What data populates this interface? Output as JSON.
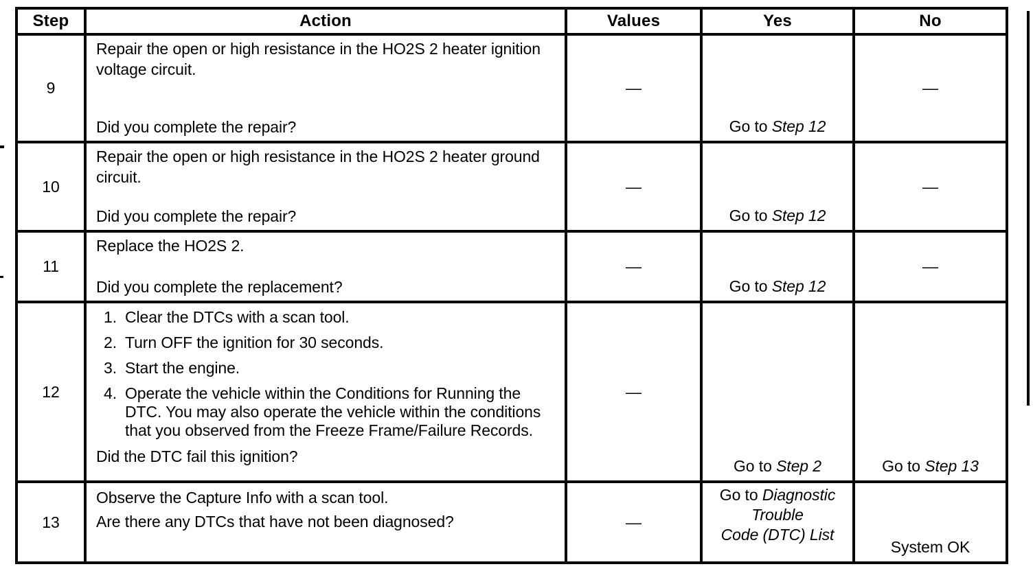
{
  "doc": {
    "type": "diagnostic-table-scan",
    "ink_color": "#000000",
    "paper_color": "#ffffff"
  },
  "table": {
    "headers": {
      "step": "Step",
      "action": "Action",
      "values": "Values",
      "yes": "Yes",
      "no": "No"
    },
    "rows": [
      {
        "step": "9",
        "action_main": "Repair the open or high resistance in the HO2S 2 heater ignition voltage circuit.",
        "action_question": "Did you complete the repair?",
        "values": "—",
        "yes_prefix": "Go to ",
        "yes_target": "Step 12",
        "no": "—"
      },
      {
        "step": "10",
        "action_main": "Repair the open or high resistance in the HO2S 2 heater ground circuit.",
        "action_question": "Did you complete the repair?",
        "values": "—",
        "yes_prefix": "Go to ",
        "yes_target": "Step 12",
        "no": "—"
      },
      {
        "step": "11",
        "action_main": "Replace the HO2S 2.",
        "action_question": "Did you complete the replacement?",
        "values": "—",
        "yes_prefix": "Go to ",
        "yes_target": "Step 12",
        "no": "—"
      },
      {
        "step": "12",
        "action_list": [
          {
            "num": "1.",
            "text": "Clear the DTCs with a scan tool."
          },
          {
            "num": "2.",
            "text": "Turn OFF the ignition for 30 seconds."
          },
          {
            "num": "3.",
            "text": "Start the engine."
          },
          {
            "num": "4.",
            "text": "Operate the vehicle within the Conditions for Running the DTC. You may also operate the vehicle within the conditions that you observed from the Freeze Frame/Failure Records."
          }
        ],
        "action_question": "Did the DTC fail this ignition?",
        "values": "—",
        "yes_prefix": "Go to ",
        "yes_target": "Step 2",
        "no_prefix": "Go to ",
        "no_target": "Step 13"
      },
      {
        "step": "13",
        "action_line1": "Observe the Capture Info with a scan tool.",
        "action_line2": "Are there any DTCs that have not been diagnosed?",
        "values": "—",
        "yes_line1_prefix": "Go to ",
        "yes_line1_italic": "Diagnostic",
        "yes_line2_italic": "Trouble",
        "yes_line3_italic": "Code (DTC) List",
        "no": "System OK"
      }
    ]
  }
}
